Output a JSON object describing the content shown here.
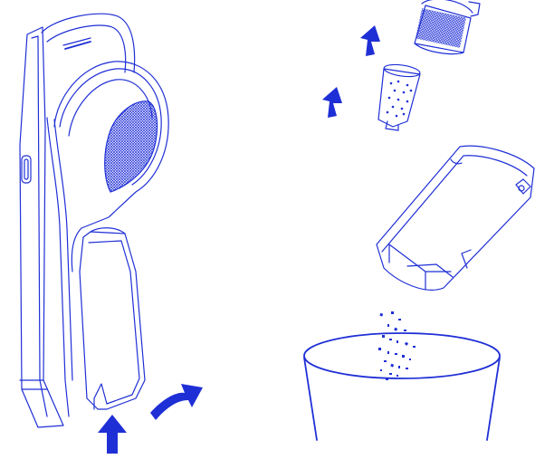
{
  "figure": {
    "line_color": "#1f2fd6",
    "background": "#ffffff",
    "panels": [
      {
        "name": "vacuum-dustbin-release",
        "arrows": [
          "push-up-arrow",
          "swing-open-arrow"
        ]
      },
      {
        "name": "filter-removal",
        "arrows": [
          "up-arrow",
          "up-arrow"
        ]
      },
      {
        "name": "empty-dustbin-into-trash",
        "arrows": []
      }
    ]
  }
}
